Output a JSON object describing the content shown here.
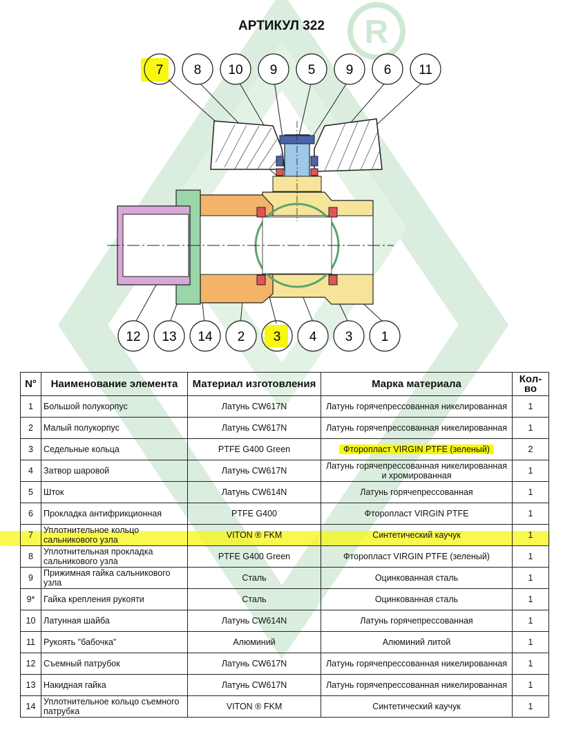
{
  "title": "АРТИКУЛ 322",
  "callouts_top": [
    "7",
    "8",
    "10",
    "9",
    "5",
    "9",
    "6",
    "11"
  ],
  "callouts_bottom": [
    "12",
    "13",
    "14",
    "2",
    "3",
    "4",
    "3",
    "1"
  ],
  "highlight_color": "#f7f711",
  "table": {
    "headers": [
      "N°",
      "Наименование элемента",
      "Материал изготовления",
      "Марка материала",
      "Кол-во"
    ],
    "rows": [
      {
        "num": "1",
        "name": "Большой полукорпус",
        "material": "Латунь CW617N",
        "grade": "Латунь горячепрессованная никелированная",
        "qty": "1"
      },
      {
        "num": "2",
        "name": "Малый полукорпус",
        "material": "Латунь CW617N",
        "grade": "Латунь горячепрессованная никелированная",
        "qty": "1"
      },
      {
        "num": "3",
        "name": "Седельные кольца",
        "material": "PTFE G400 Green",
        "grade": "Фторопласт VIRGIN PTFE (зеленый)",
        "qty": "2"
      },
      {
        "num": "4",
        "name": "Затвор шаровой",
        "material": "Латунь CW617N",
        "grade": "Латунь горячепрессованная никелированная и хромированная",
        "qty": "1"
      },
      {
        "num": "5",
        "name": "Шток",
        "material": "Латунь CW614N",
        "grade": "Латунь горячепрессованная",
        "qty": "1"
      },
      {
        "num": "6",
        "name": "Прокладка антифрикционная",
        "material": "PTFE G400",
        "grade": "Фторопласт VIRGIN PTFE",
        "qty": "1"
      },
      {
        "num": "7",
        "name": "Уплотнительное кольцо сальникового узла",
        "material": "VITON ® FKM",
        "grade": "Синтетический каучук",
        "qty": "1"
      },
      {
        "num": "8",
        "name": "Уплотнительная прокладка сальникового узла",
        "material": "PTFE G400 Green",
        "grade": "Фторопласт VIRGIN PTFE (зеленый)",
        "qty": "1"
      },
      {
        "num": "9",
        "name": "Прижимная гайка сальникового узла",
        "material": "Сталь",
        "grade": "Оцинкованная сталь",
        "qty": "1"
      },
      {
        "num": "9*",
        "name": "Гайка крепления рукояти",
        "material": "Сталь",
        "grade": "Оцинкованная сталь",
        "qty": "1"
      },
      {
        "num": "10",
        "name": "Латунная шайба",
        "material": "Латунь CW614N",
        "grade": "Латунь горячепрессованная",
        "qty": "1"
      },
      {
        "num": "11",
        "name": "Рукоять \"бабочка\"",
        "material": "Алюминий",
        "grade": "Алюминий литой",
        "qty": "1"
      },
      {
        "num": "12",
        "name": "Съемный патрубок",
        "material": "Латунь CW617N",
        "grade": "Латунь горячепрессованная никелированная",
        "qty": "1"
      },
      {
        "num": "13",
        "name": "Накидная гайка",
        "material": "Латунь CW617N",
        "grade": "Латунь горячепрессованная никелированная",
        "qty": "1"
      },
      {
        "num": "14",
        "name": "Уплотнительное кольцо съемного патрубка",
        "material": "VITON ® FKM",
        "grade": "Синтетический каучук",
        "qty": "1"
      }
    ]
  }
}
